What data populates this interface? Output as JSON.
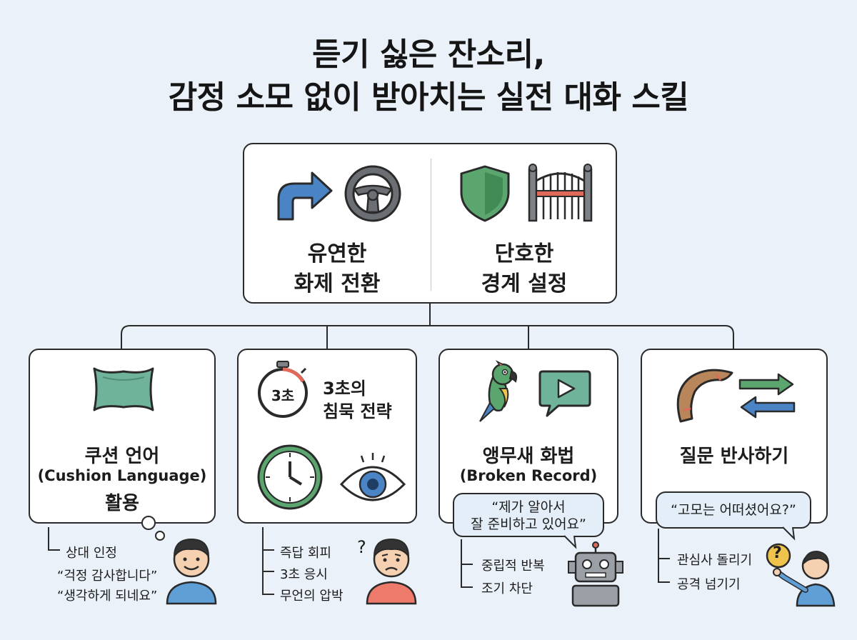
{
  "title": {
    "line1": "듣기 싫은 잔소리,",
    "line2": "감정 소모 없이 받아치는 실전 대화 스킬"
  },
  "top": {
    "left": {
      "line1": "유연한",
      "line2": "화제 전환"
    },
    "right": {
      "line1": "단호한",
      "line2": "경계 설정"
    }
  },
  "cards": [
    {
      "title": "쿠션 언어",
      "subtitle": "(Cushion Language)",
      "title2": "활용",
      "items": [
        "상대 인정",
        "“걱정 감사합니다”",
        "“생각하게 되네요”"
      ]
    },
    {
      "timer_text": "3초",
      "title_line1": "3초의",
      "title_line2": "침묵 전략",
      "question_mark": "?",
      "items": [
        "즉답 회피",
        "3초 응시",
        "무언의 압박"
      ]
    },
    {
      "title": "앵무새 화법",
      "subtitle": "(Broken Record)",
      "bubble_line1": "“제가 알아서",
      "bubble_line2": "잘 준비하고 있어요”",
      "items": [
        "중립적 반복",
        "조기 차단"
      ]
    },
    {
      "title": "질문 반사하기",
      "bubble": "“고모는 어떠셨어요?”",
      "question_mark": "?",
      "items": [
        "관심사 돌리기",
        "공격 넘기기"
      ]
    }
  ],
  "icons": [
    "turn-right-arrow-icon",
    "steering-wheel-icon",
    "shield-icon",
    "gate-icon",
    "cushion-icon",
    "stopwatch-icon",
    "clock-icon",
    "eye-icon",
    "parrot-icon",
    "play-video-icon",
    "boomerang-icon",
    "swap-arrows-icon",
    "person-smiling-icon",
    "person-worried-icon",
    "robot-icon",
    "person-pointing-icon"
  ],
  "colors": {
    "background": "#eaf1f9",
    "green": "#5aa66e",
    "blue": "#4a84c4",
    "red": "#e06a5a",
    "teal": "#6fb39a"
  }
}
